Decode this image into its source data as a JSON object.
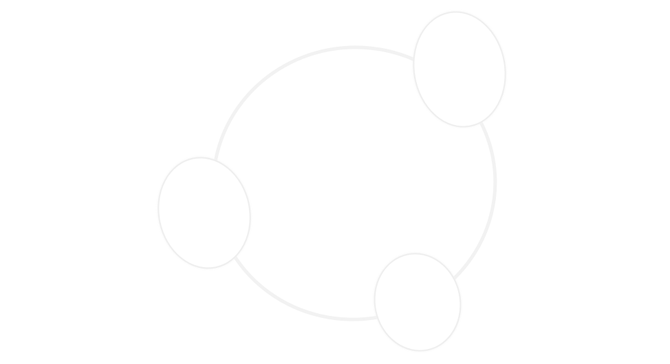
{
  "diagram": {
    "type": "cycle",
    "node_count": 3,
    "nodes": [
      {
        "id": "node-top-right",
        "label": ""
      },
      {
        "id": "node-left",
        "label": ""
      },
      {
        "id": "node-bottom",
        "label": ""
      }
    ],
    "connector": "ring"
  },
  "colors": {
    "background": "#ffffff",
    "ring": "#f2f2f2",
    "node_fill": "#ffffff",
    "node_stroke": "#eeeeee",
    "node_shadow": "#f4f4f4"
  }
}
